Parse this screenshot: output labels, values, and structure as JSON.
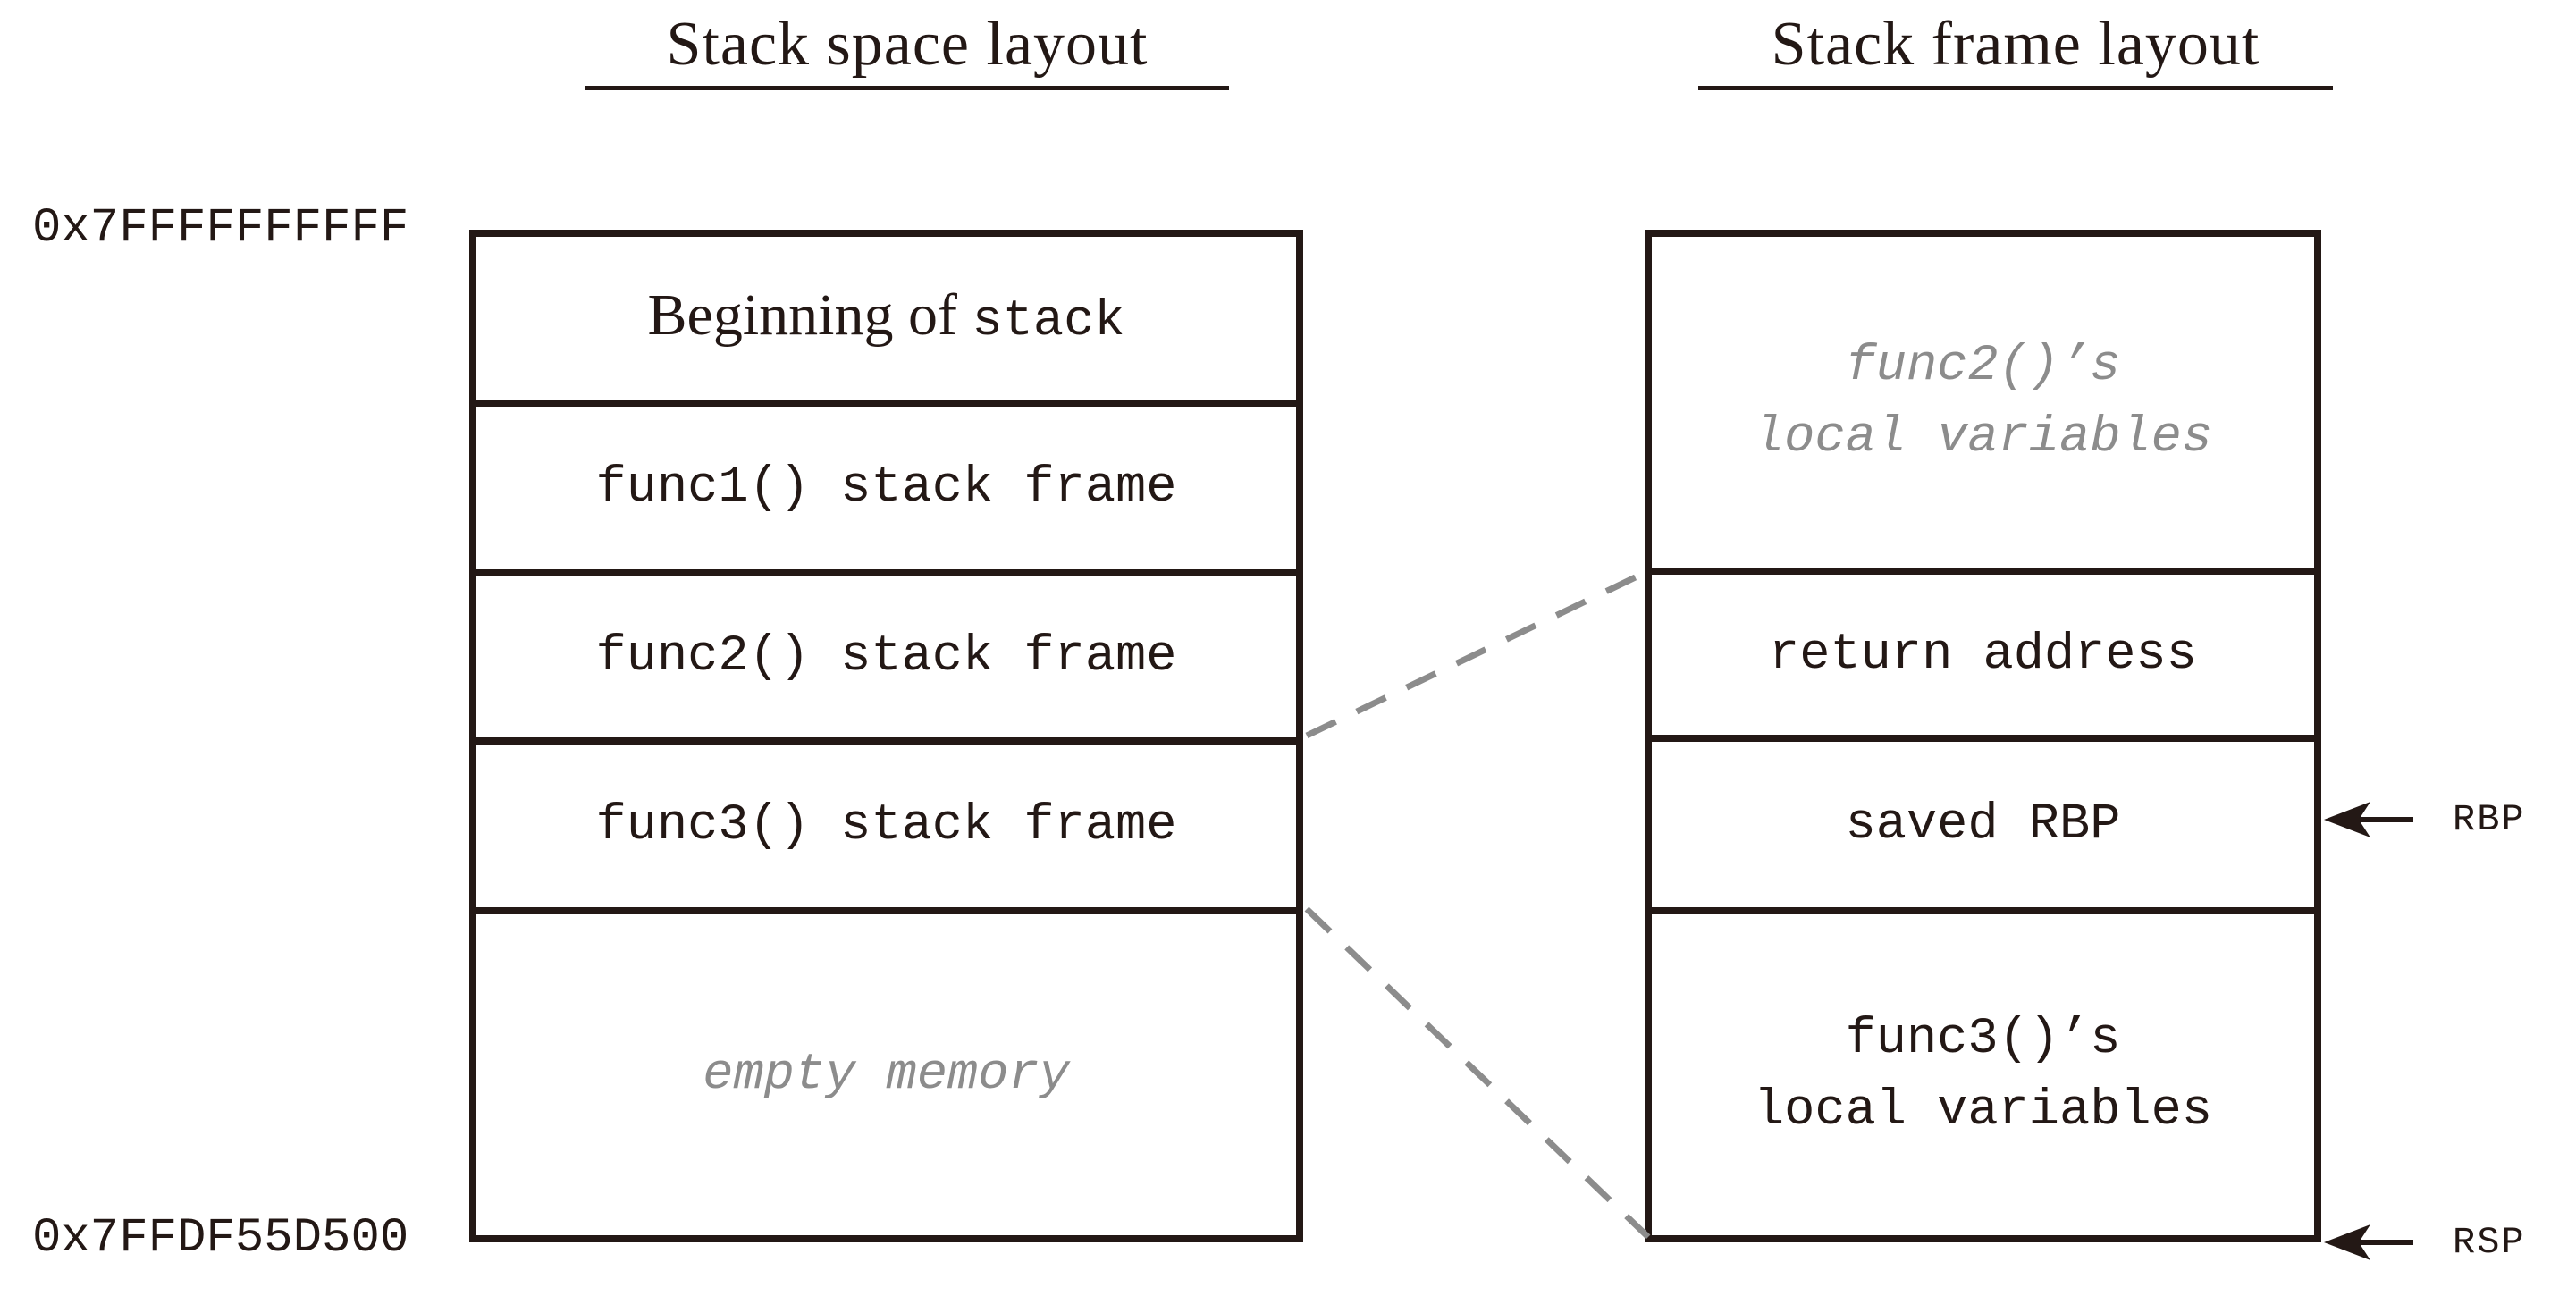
{
  "titles": {
    "left": "Stack space layout",
    "right": "Stack frame layout"
  },
  "addresses": {
    "top": "0x7FFFFFFFFFF",
    "bottom": "0x7FFDF55D500"
  },
  "stack_space": {
    "cells": [
      {
        "serif": "Beginning of",
        "mono": "stack"
      },
      "func1() stack frame",
      "func2() stack frame",
      "func3() stack frame",
      "empty memory"
    ]
  },
  "stack_frame": {
    "cells": [
      {
        "line1": "func2()’s",
        "line2": "local variables"
      },
      "return address",
      "saved RBP",
      {
        "line1": "func3()’s",
        "line2": "local variables"
      }
    ]
  },
  "registers": {
    "rbp": "RBP",
    "rsp": "RSP"
  },
  "colors": {
    "ink": "#231815",
    "muted": "#8c8c8c"
  }
}
